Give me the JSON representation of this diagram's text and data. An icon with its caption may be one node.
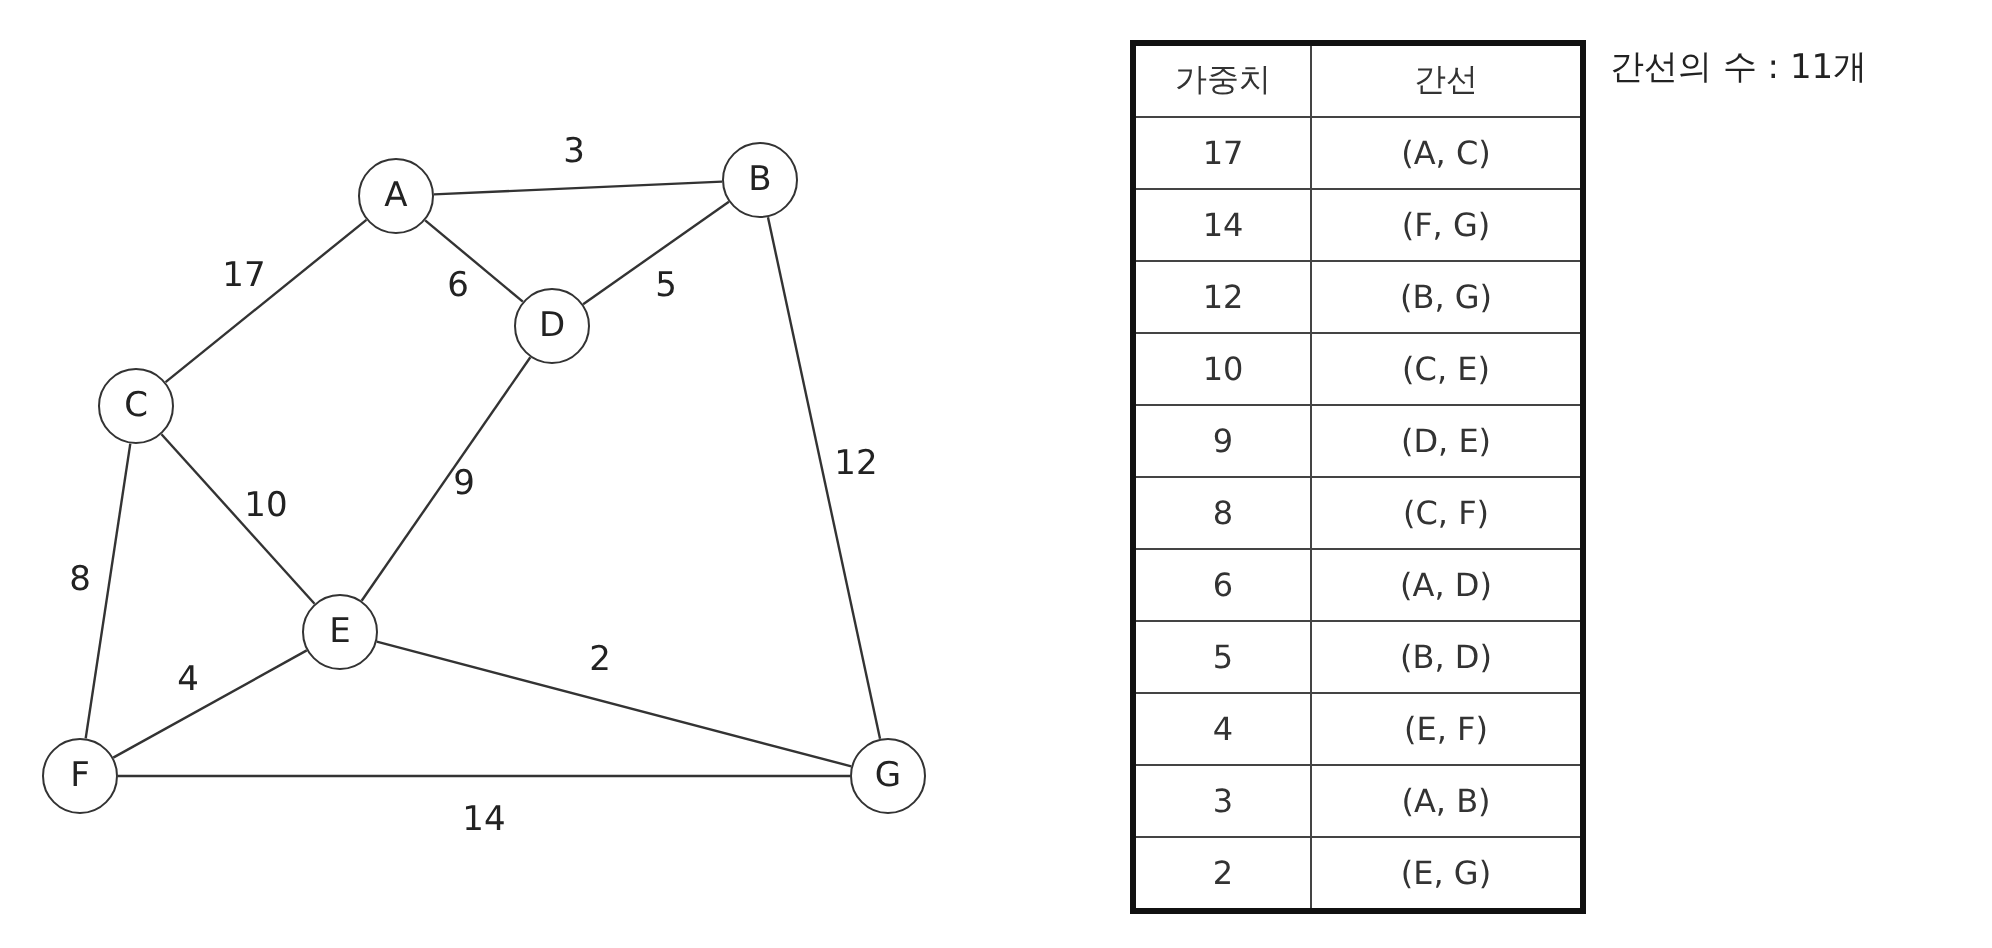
{
  "diagram": {
    "nodes": [
      {
        "text": [
          "A"
        ]
      },
      {
        "text": [
          "B"
        ]
      },
      {
        "text": [
          "C"
        ]
      },
      {
        "text": [
          "D"
        ]
      },
      {
        "text": [
          "E"
        ]
      },
      {
        "text": [
          "F"
        ]
      },
      {
        "text": [
          "G"
        ]
      }
    ],
    "edges": [
      {
        "from": 0,
        "to": 1,
        "arrow": "none",
        "label": "3"
      },
      {
        "from": 0,
        "to": 2,
        "arrow": "none",
        "label": "17"
      },
      {
        "from": 0,
        "to": 3,
        "arrow": "none",
        "label": "6"
      },
      {
        "from": 1,
        "to": 3,
        "arrow": "none",
        "label": "5"
      },
      {
        "from": 1,
        "to": 6,
        "arrow": "none",
        "label": "12"
      },
      {
        "from": 2,
        "to": 4,
        "arrow": "none",
        "label": "10"
      },
      {
        "from": 2,
        "to": 5,
        "arrow": "none",
        "label": "8"
      },
      {
        "from": 3,
        "to": 4,
        "arrow": "none",
        "label": "9"
      },
      {
        "from": 4,
        "to": 5,
        "arrow": "none",
        "label": "4"
      },
      {
        "from": 4,
        "to": 6,
        "arrow": "none",
        "label": "2"
      },
      {
        "from": 5,
        "to": 6,
        "arrow": "none",
        "label": "14"
      }
    ],
    "labels": [
      "가중치",
      "간선",
      "17",
      "(A, C)",
      "14",
      "(F, G)",
      "12",
      "(B, G)",
      "10",
      "(C, E)",
      "9",
      "(D, E)",
      "8",
      "(C, F)",
      "6",
      "(A, D)",
      "5",
      "(B, D)",
      "4",
      "(E, F)",
      "3",
      "(A, B)",
      "2",
      "(E, G)",
      "간선의 수 : 11개"
    ]
  }
}
